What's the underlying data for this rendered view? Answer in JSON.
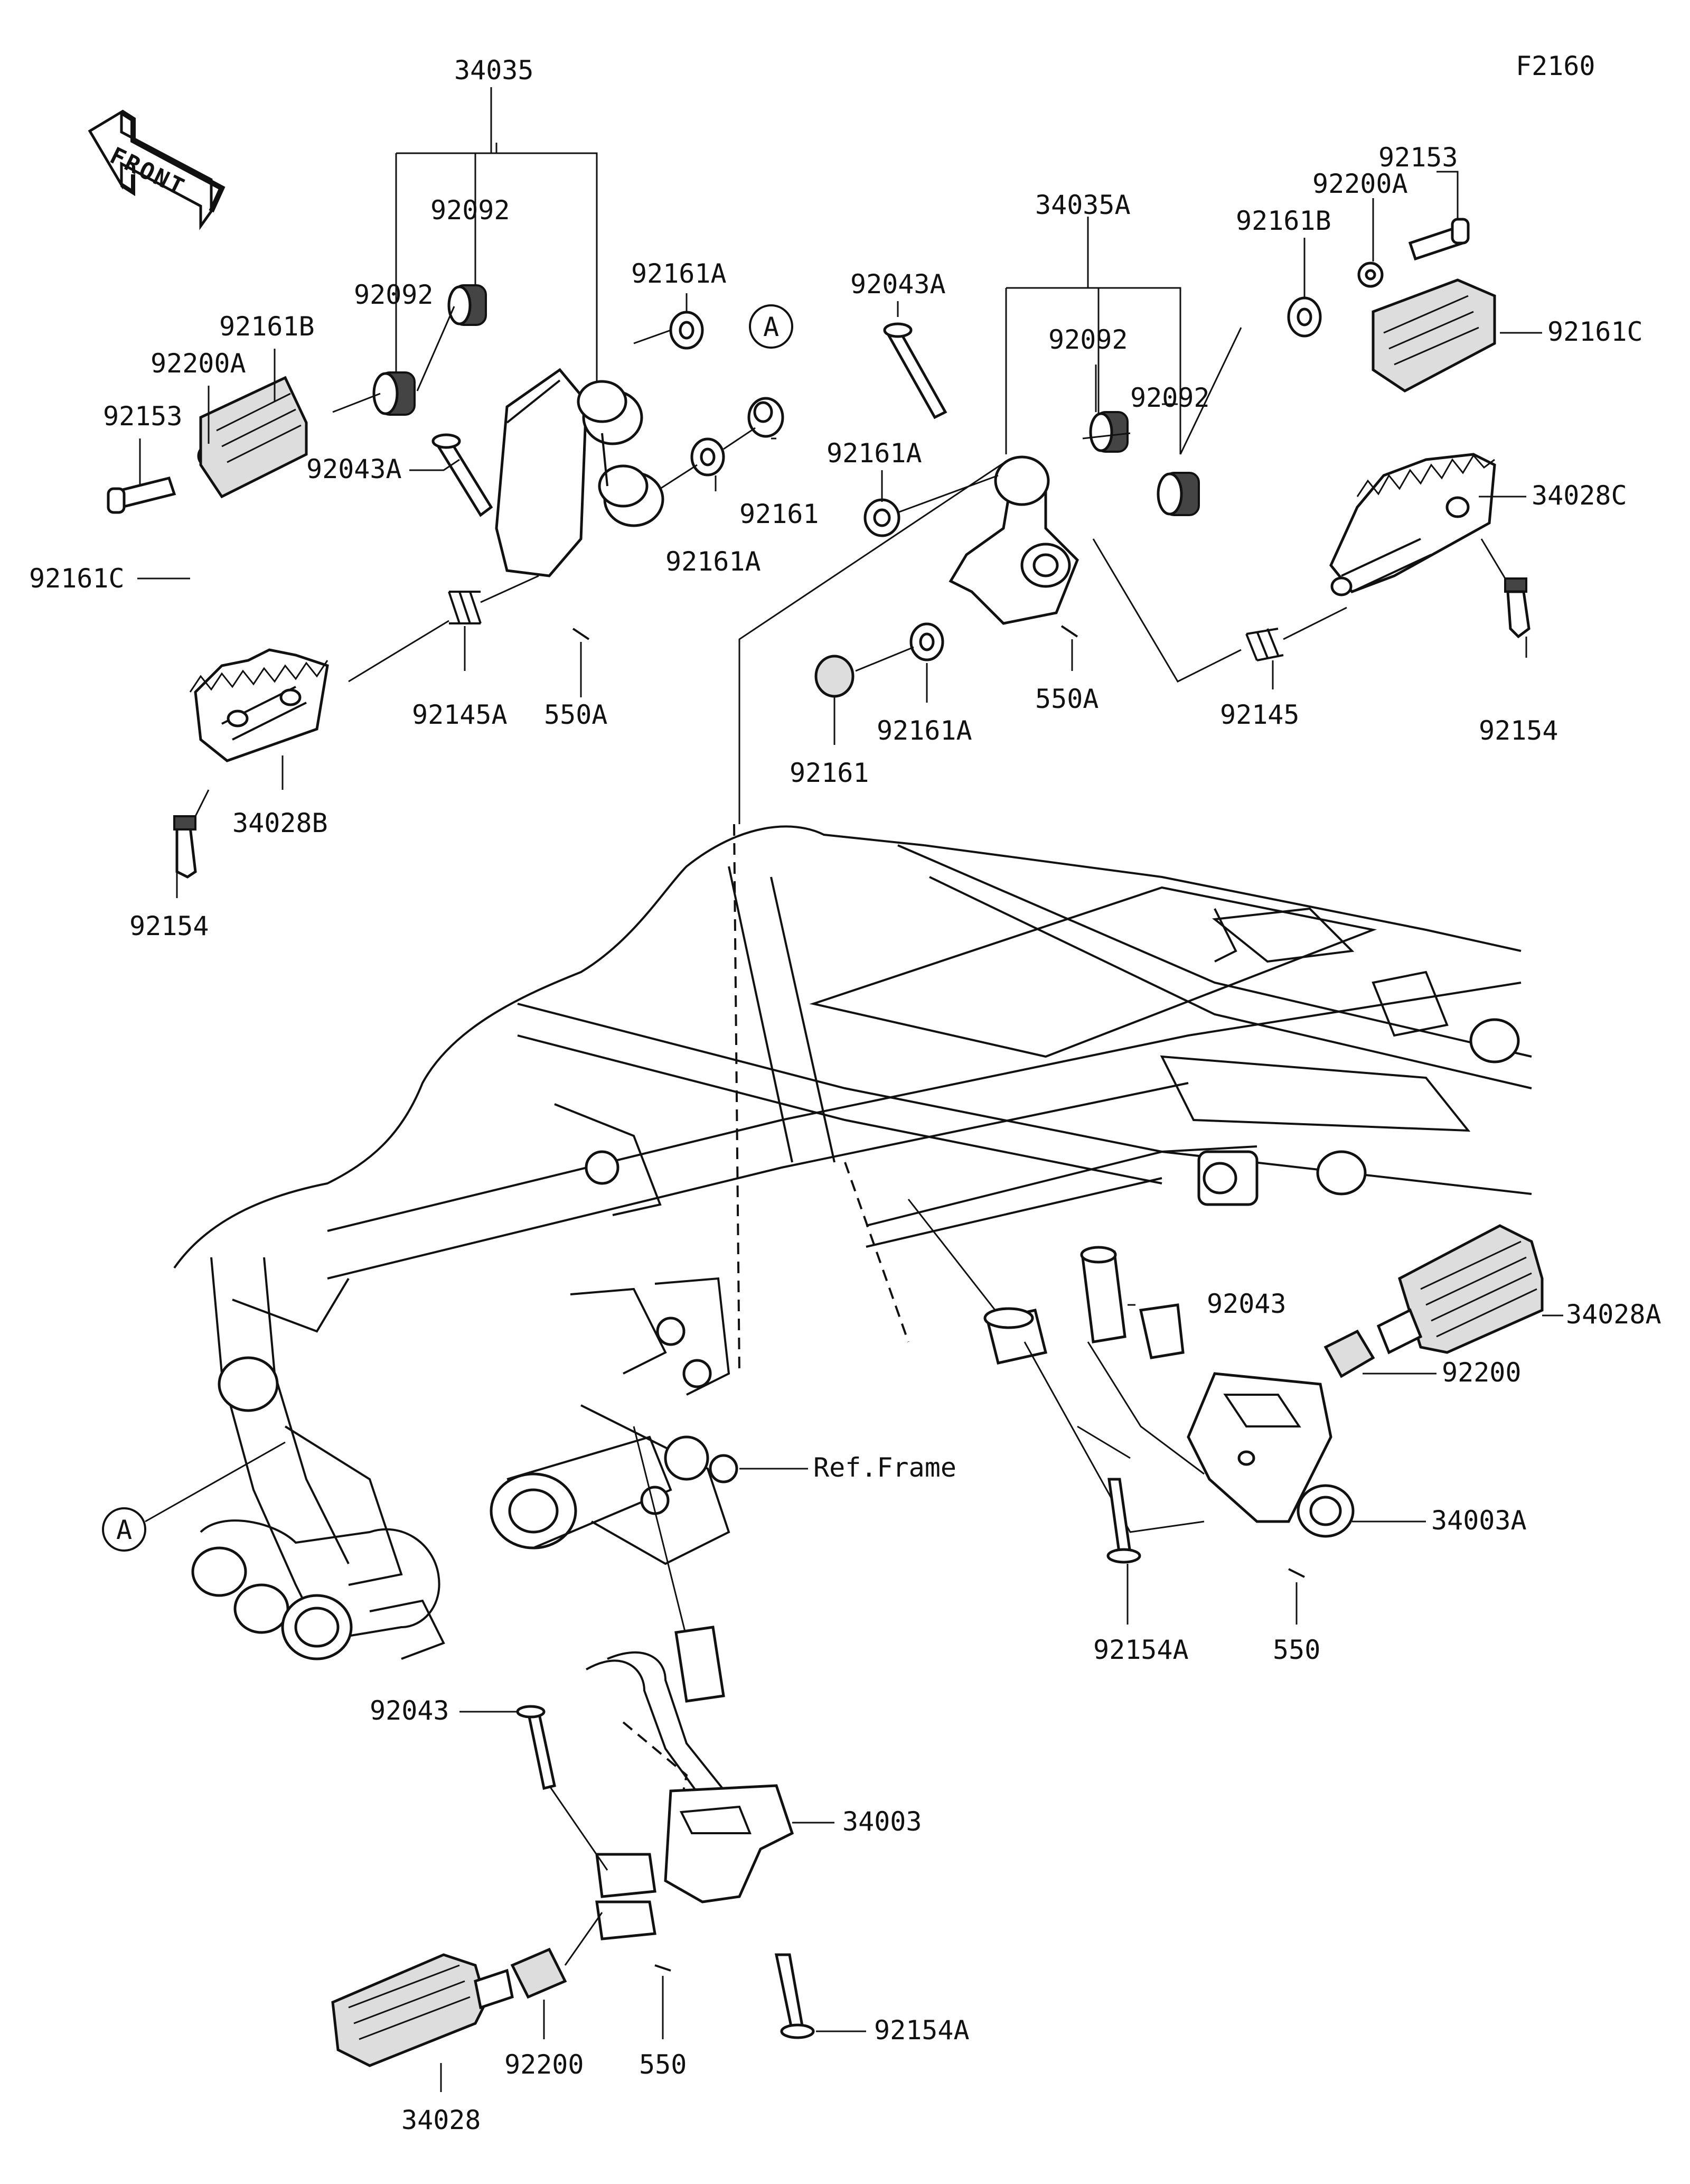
{
  "figure_code": "F2160",
  "front_arrow": {
    "text": "FRONT",
    "icon": "front-arrow-icon"
  },
  "reference_markers": {
    "a_top": "A",
    "a_bottom": "A"
  },
  "labels": {
    "p34035": "34035",
    "p92092_top": "92092",
    "p92092_left": "92092",
    "p92161b_left": "92161B",
    "p92200a_left": "92200A",
    "p92153_left": "92153",
    "p92043a_left": "92043A",
    "p92161c_left": "92161C",
    "p92161a_upper": "92161A",
    "p92161_left": "92161",
    "p92161a_lower": "92161A",
    "p92145a": "92145A",
    "p550a_left": "550A",
    "p34028b": "34028B",
    "p92154_left": "92154",
    "p34035a": "34035A",
    "p92043a_right": "92043A",
    "p92092_right_top": "92092",
    "p92092_right": "92092",
    "p92161a_mid": "92161A",
    "p92161_mid": "92161",
    "p92161a_mid_lower": "92161A",
    "p550a_right": "550A",
    "p92145": "92145",
    "p92161b_right": "92161B",
    "p92200a_right": "92200A",
    "p92153_right": "92153",
    "p92161c_right": "92161C",
    "p34028c": "34028C",
    "p92154_right": "92154",
    "p92043_right": "92043",
    "p34028a": "34028A",
    "p92200_right": "92200",
    "ref_frame": "Ref.Frame",
    "p34003a": "34003A",
    "p92154a_right": "92154A",
    "p550_right": "550",
    "p92043_left": "92043",
    "p34003": "34003",
    "p92154a_left": "92154A",
    "p92200_left": "92200",
    "p550_left": "550",
    "p34028": "34028"
  }
}
